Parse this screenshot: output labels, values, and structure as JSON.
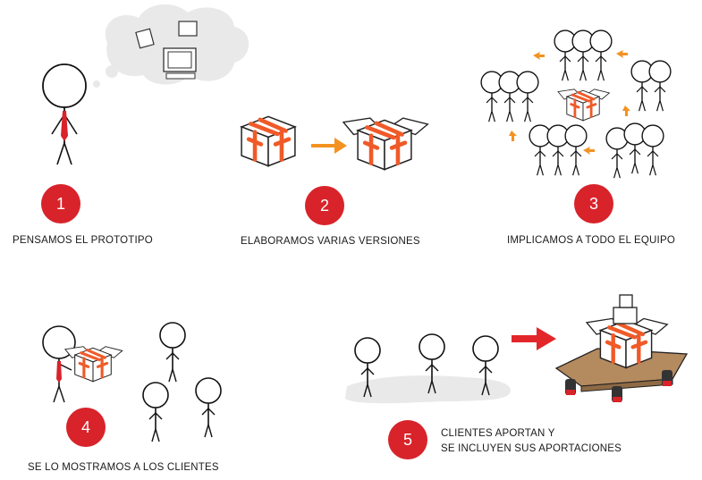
{
  "steps": [
    {
      "number": "1",
      "caption": "PENSAMOS EL PROTOTIPO"
    },
    {
      "number": "2",
      "caption": "ELABORAMOS VARIAS VERSIONES"
    },
    {
      "number": "3",
      "caption": "IMPLICAMOS A TODO EL EQUIPO"
    },
    {
      "number": "4",
      "caption": "SE LO MOSTRAMOS A LOS CLIENTES"
    },
    {
      "number": "5",
      "caption_line1": "CLIENTES APORTAN Y",
      "caption_line2": "SE INCLUYEN SUS APORTACIONES"
    }
  ],
  "colors": {
    "badge": "#d8232a",
    "box_stripe": "#f05a28",
    "arrow_orange": "#f39222",
    "arrow_red": "#e3262a",
    "tie_red": "#d8232a",
    "tie_teal": "#1f7a7a",
    "tie_green": "#5a8f2e",
    "tie_orange": "#c77a2a",
    "cart_wood": "#b48a5f"
  }
}
